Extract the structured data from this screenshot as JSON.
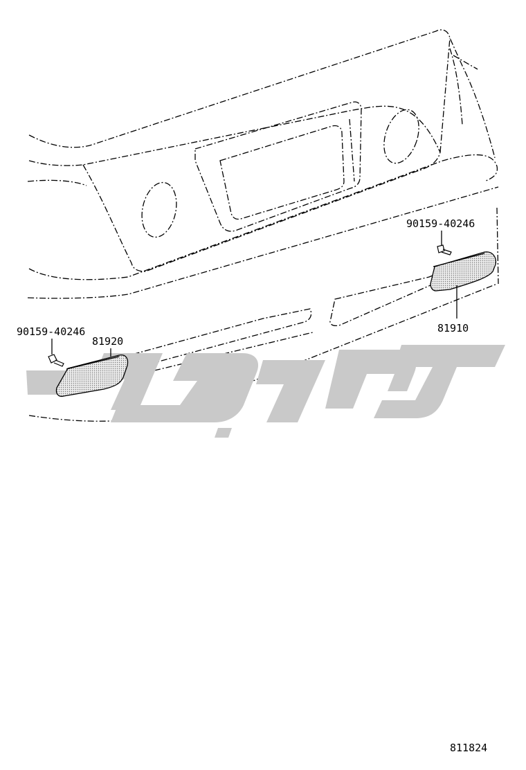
{
  "callouts": {
    "bolt_right": "90159-40246",
    "reflector_right": "81910",
    "bolt_left": "90159-40246",
    "reflector_left": "81920"
  },
  "figure_number": "811824",
  "watermark_color": "#c9c9c9",
  "line_color": "#000000",
  "reflector_fill": "#e3e3e3"
}
